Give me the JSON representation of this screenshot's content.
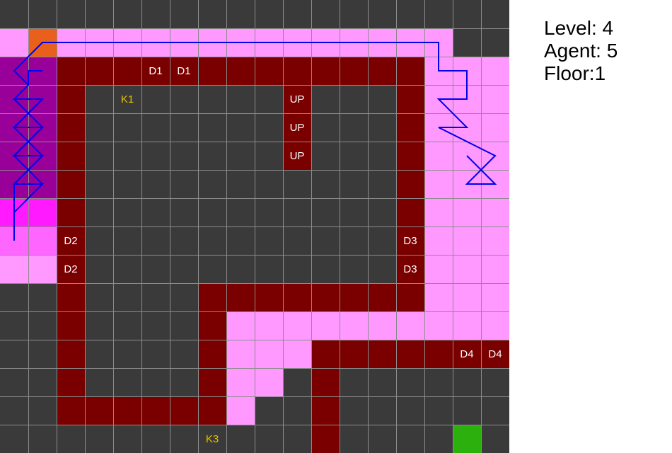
{
  "info": {
    "level": "Level: 4",
    "agent": "Agent: 5",
    "floor": "Floor:1"
  },
  "colors": {
    "D": "#3a3a3a",
    "W": "#7a0000",
    "P": "#ff99ff",
    "V": "#990099",
    "M": "#ff1aff",
    "N": "#ff66ff",
    "O": "#e8601c",
    "G": "#2cb00d",
    "grid": "#8c8c8c",
    "label_light": "#ffffff",
    "label_key": "#e8c000",
    "path": "#0000ee"
  },
  "grid": {
    "rows": [
      "DDDDDDDDDDDDDDDDDD",
      "POPPPPPPPPPPPPPPDD",
      "VVWWWWWWWWWWWWWPPP",
      "VVWDDDDDDDWDDDWPPP",
      "VVWDDDDDDDWDDDWPPP",
      "VVWDDDDDDDWDDDWPPP",
      "VVWDDDDDDDDDDDWPPP",
      "MMWDDDDDDDDDDDWPPP",
      "NNWDDDDDDDDDDDWPPP",
      "PPWDDDDDDDDDDDWPPP",
      "DDWDDDDWWWWWWWWPPP",
      "DDWDDDDWPPPPPPPPPP",
      "DDWDDDDWPPPWWWWWWW",
      "DDWDDDDWPPDWDDDDDD",
      "DDWWWWWWPDDWDDDDDD",
      "DDDDDDDDDDDWDDDDGD"
    ]
  },
  "labels": [
    {
      "row": 2,
      "col": 5,
      "text": "D1",
      "tone": "light"
    },
    {
      "row": 2,
      "col": 6,
      "text": "D1",
      "tone": "light"
    },
    {
      "row": 3,
      "col": 4,
      "text": "K1",
      "tone": "key"
    },
    {
      "row": 3,
      "col": 10,
      "text": "UP",
      "tone": "light"
    },
    {
      "row": 4,
      "col": 10,
      "text": "UP",
      "tone": "light"
    },
    {
      "row": 5,
      "col": 10,
      "text": "UP",
      "tone": "light"
    },
    {
      "row": 8,
      "col": 2,
      "text": "D2",
      "tone": "light"
    },
    {
      "row": 9,
      "col": 2,
      "text": "D2",
      "tone": "light"
    },
    {
      "row": 8,
      "col": 14,
      "text": "D3",
      "tone": "light"
    },
    {
      "row": 9,
      "col": 14,
      "text": "D3",
      "tone": "light"
    },
    {
      "row": 12,
      "col": 16,
      "text": "D4",
      "tone": "light"
    },
    {
      "row": 12,
      "col": 17,
      "text": "D4",
      "tone": "light"
    },
    {
      "row": 15,
      "col": 7,
      "text": "K3",
      "tone": "key"
    }
  ]
}
